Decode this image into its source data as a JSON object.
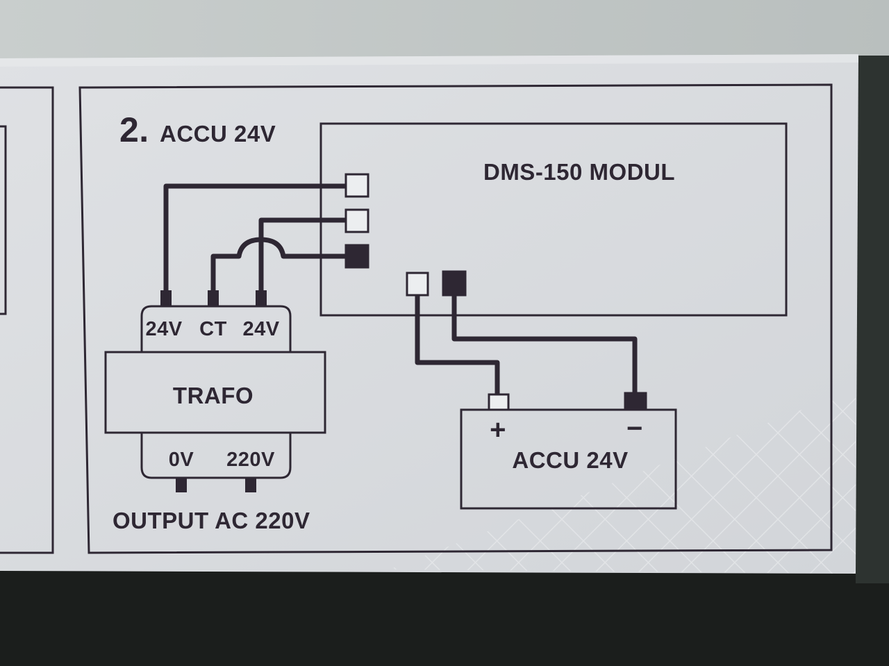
{
  "diagram": {
    "step_number": "2.",
    "title": "ACCU 24V",
    "module": {
      "label": "DMS-150 MODUL"
    },
    "transformer": {
      "label": "TRAFO",
      "secondary_taps": [
        "24V",
        "CT",
        "24V"
      ],
      "primary_taps": [
        "0V",
        "220V"
      ]
    },
    "battery": {
      "label": "ACCU 24V",
      "positive": "+",
      "negative": "−"
    },
    "output_label": "OUTPUT AC 220V"
  },
  "colors": {
    "ink": "#2e2733",
    "panel": "#d9dcdf",
    "box_face": "#dde0e2"
  }
}
